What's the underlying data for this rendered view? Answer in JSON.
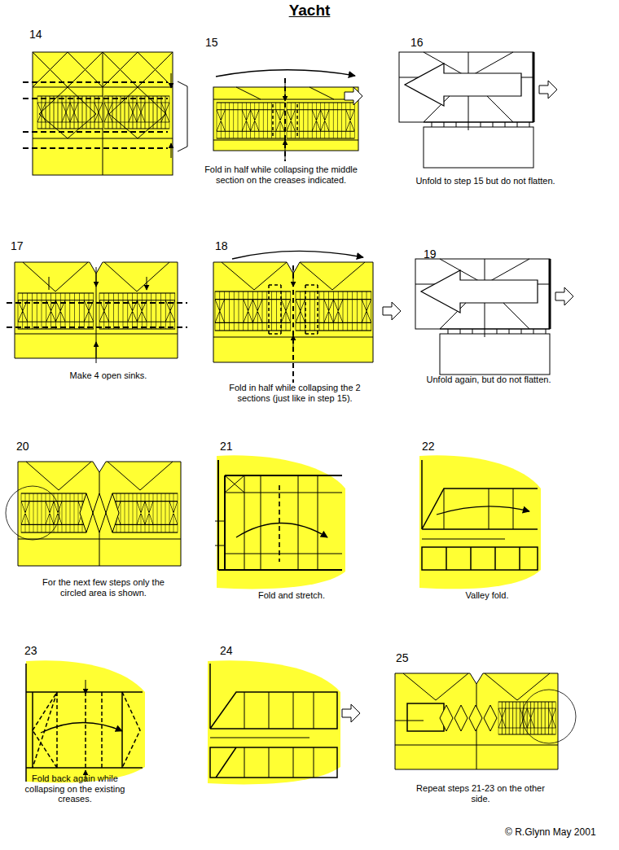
{
  "diagram": {
    "title": "Yacht",
    "labels": [
      "14",
      "15",
      "16",
      "Fold in half while collapsing the middle section on the creases indicated.",
      "Unfold to step 15 but do not flatten.",
      "17",
      "18",
      "19",
      "Make 4 open sinks.",
      "Fold in half while collapsing the 2 sections (just like in step 15).",
      "Unfold again, but do not flatten.",
      "20",
      "21",
      "22",
      "For the next few steps only the circled area is shown.",
      "Fold and stretch.",
      "Valley fold.",
      "23",
      "24",
      "25",
      "Fold back again while collapsing on the existing creases.",
      "Repeat steps 21-23 on the other side.",
      "© R.Glynn May 2001"
    ]
  }
}
